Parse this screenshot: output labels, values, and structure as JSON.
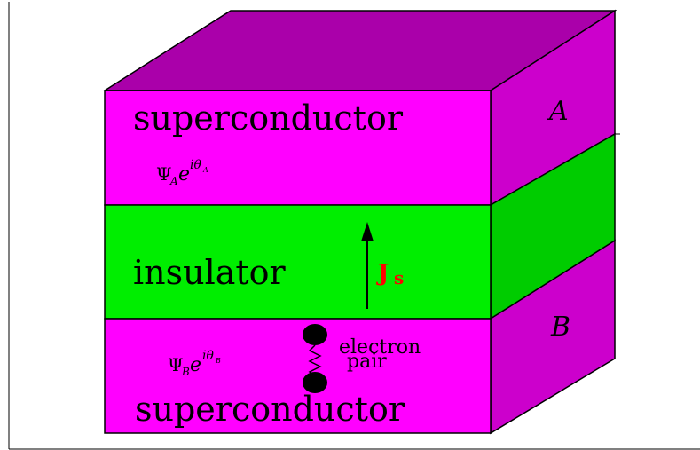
{
  "colors": {
    "superconductor": "#ff00ff",
    "superconductor_side": "#cc00cc",
    "top_face": "#aa00aa",
    "insulator": "#00ee00",
    "insulator_side": "#00cc00",
    "outline": "#000000",
    "current_label": "#ff0000"
  },
  "layers": {
    "top_label": "superconductor",
    "middle_label": "insulator",
    "bottom_label": "superconductor"
  },
  "side_labels": {
    "a": "A",
    "b": "B"
  },
  "wavefunctions": {
    "a": {
      "psi": "Ψ",
      "sub": "A",
      "e": "e",
      "exp": "iθ",
      "exp_sub": "A"
    },
    "b": {
      "psi": "Ψ",
      "sub": "B",
      "e": "e",
      "exp": "iθ",
      "exp_sub": "B"
    }
  },
  "current": {
    "main": "J",
    "sub": "s"
  },
  "electron_pair": {
    "line1": "electron",
    "line2": "pair"
  },
  "icons": {
    "arrow": "up-arrow-icon",
    "pair": "electron-pair-icon"
  }
}
